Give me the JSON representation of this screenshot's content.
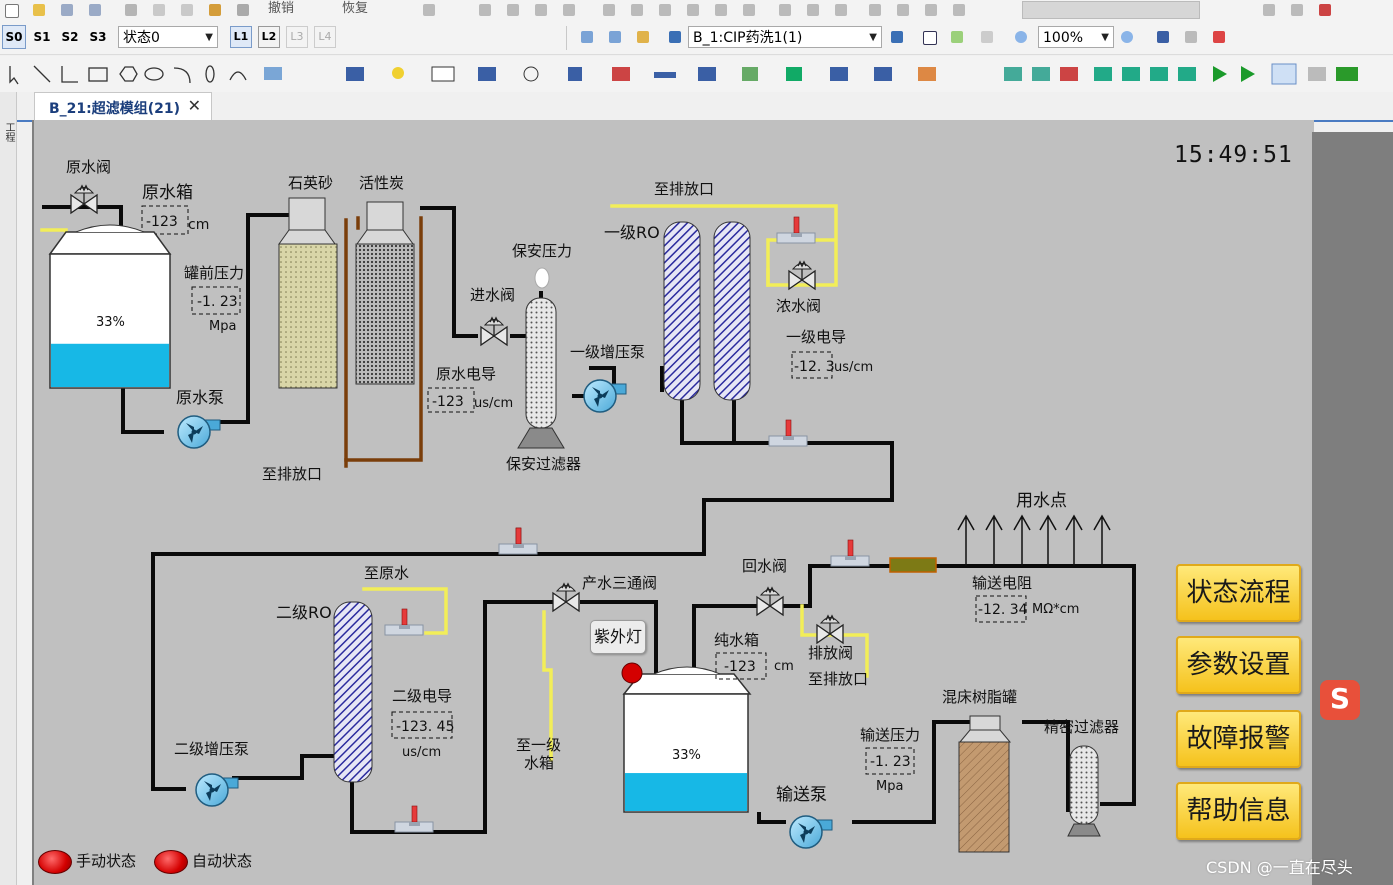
{
  "toolbar": {
    "undo_label": "撤销",
    "redo_label": "恢复",
    "state_buttons": [
      "S0",
      "S1",
      "S2",
      "S3"
    ],
    "state_combo": "状态0",
    "layer_buttons": [
      "L1",
      "L2",
      "L3",
      "L4"
    ],
    "page_combo": "B_1:CIP药洗1(1)",
    "zoom_combo": "100%"
  },
  "tab": {
    "label": "B_21:超滤模组(21)",
    "close": "✕"
  },
  "left_strip_label": "工程",
  "hmi": {
    "clock": "15:49:51",
    "raw_valve_label": "原水阀",
    "raw_tank_label": "原水箱",
    "raw_tank_level": "-123",
    "raw_tank_unit": "cm",
    "raw_tank_percent": "33%",
    "tank_pressure_label": "罐前压力",
    "tank_pressure_value": "-1. 23",
    "tank_pressure_unit": "Mpa",
    "raw_pump_label": "原水泵",
    "quartz_label": "石英砂",
    "carbon_label": "活性炭",
    "drain_left_label": "至排放口",
    "raw_conductivity_label": "原水电导",
    "raw_conductivity_value": "-123",
    "raw_conductivity_unit": "us/cm",
    "inlet_valve_label": "进水阀",
    "security_pressure_label": "保安压力",
    "security_filter_label": "保安过滤器",
    "stage1_pump_label": "一级增压泵",
    "drain_top_label": "至排放口",
    "ro1_label": "一级RO",
    "conc_valve_label": "浓水阀",
    "cond1_label": "一级电导",
    "cond1_value": "-12. 3",
    "cond1_unit": "us/cm",
    "use_point_label": "用水点",
    "to_raw_water_label": "至原水",
    "ro2_label": "二级RO",
    "cond2_label": "二级电导",
    "cond2_value": "-123. 45",
    "cond2_unit": "us/cm",
    "stage2_pump_label": "二级增压泵",
    "product_valve_label": "产水三通阀",
    "uv_lamp_label": "紫外灯",
    "to_stage1_tank_label": "至一级\n水箱",
    "pure_tank_label": "纯水箱",
    "pure_tank_level": "-123",
    "pure_tank_unit": "cm",
    "pure_tank_percent": "33%",
    "return_valve_label": "回水阀",
    "discharge_valve_label": "排放阀",
    "drain_mid_label": "至排放口",
    "resist_label": "输送电阻",
    "resist_value": "-12. 34",
    "resist_unit": "MΩ*cm",
    "resin_tank_label": "混床树脂罐",
    "fine_filter_label": "精密过滤器",
    "deliver_pressure_label": "输送压力",
    "deliver_pressure_value": "-1. 23",
    "deliver_pressure_unit": "Mpa",
    "deliver_pump_label": "输送泵",
    "manual_state_label": "手动状态",
    "auto_state_label": "自动状态",
    "tank_fill_fraction": 0.33
  },
  "menu": {
    "state_flow": "状态流程",
    "param_set": "参数设置",
    "fault_alarm": "故障报警",
    "help_info": "帮助信息"
  },
  "watermark": "CSDN @一直在尽头",
  "colors": {
    "pipe_black": "#0a0a0a",
    "pipe_yellow": "#f2ee58",
    "pipe_brown": "#7a3e0a",
    "water_blue": "#17b8e6",
    "ro_blue": "#2b2b9e",
    "button_yellow": "#f5c21c",
    "lamp_red": "#d40000"
  }
}
